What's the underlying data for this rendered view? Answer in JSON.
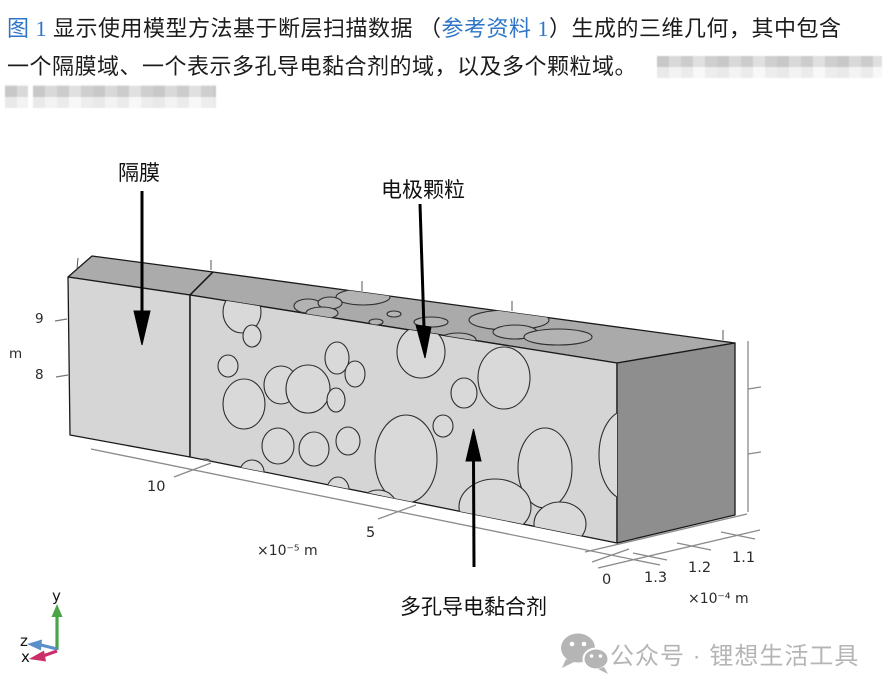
{
  "caption": {
    "fig_ref": "图 1",
    "after_ref": " 显示使用模型方法基于断层扫描数据 （",
    "link_text": "参考资料 1",
    "line1_tail": "）生成的三维几何，其中包含",
    "line2": "一个隔膜域、一个表示多孔导电黏合剂的域，以及多个颗粒域。",
    "link_color": "#2e75c8"
  },
  "figure": {
    "annotations": {
      "separator": "隔膜",
      "particle": "电极颗粒",
      "binder": "多孔导电黏合剂"
    },
    "y_axis": {
      "unit": "m",
      "tick_9": "9",
      "tick_8": "8"
    },
    "x_axis": {
      "unit": "×10⁻⁵ m",
      "tick_10": "10",
      "tick_5": "5",
      "tick_0": "0"
    },
    "z_axis": {
      "unit": "×10⁻⁴ m",
      "tick_13": "1.3",
      "tick_12": "1.2",
      "tick_11": "1.1"
    },
    "triad": {
      "x": "x",
      "y": "y",
      "z": "z"
    },
    "colors": {
      "top_face": "#aaaaaa",
      "front_face": "#d5d5d5",
      "right_face": "#8e8e8e",
      "outline": "#1a1a1a",
      "axis_gray": "#8a8a8a",
      "triad_x": "#cb2f6a",
      "triad_y": "#4aa546",
      "triad_z": "#5b8fc9"
    }
  },
  "watermark": {
    "label": "公众号 · 锂想生活工具",
    "color": "#b5b5b5"
  }
}
